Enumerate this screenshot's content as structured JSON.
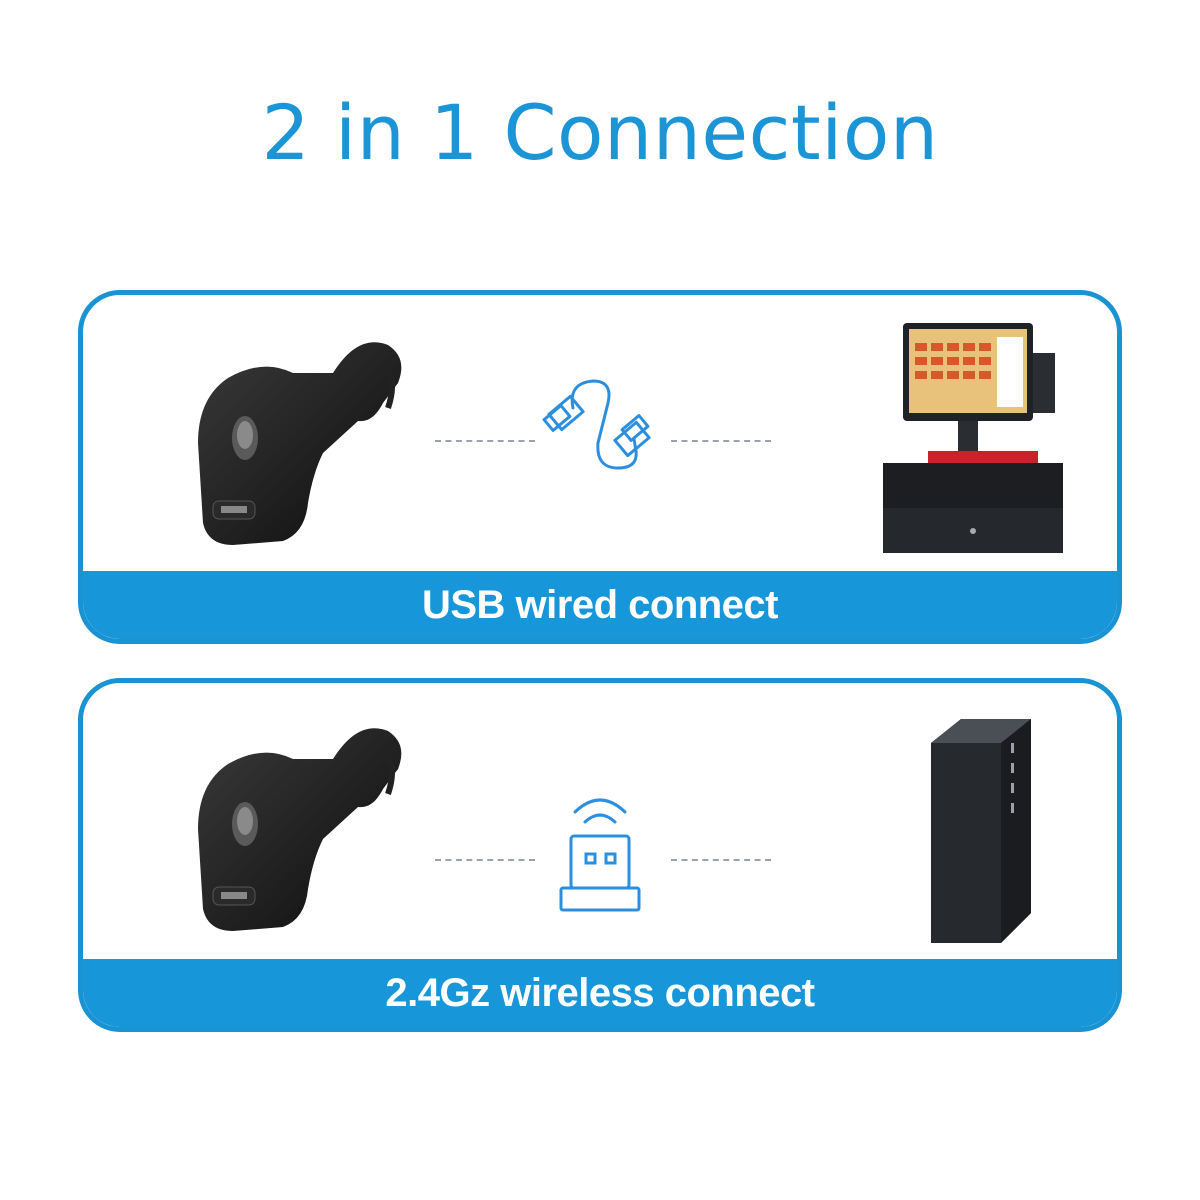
{
  "title": "2 in 1 Connection",
  "cards": [
    {
      "label": "USB wired connect",
      "connector_icon": "usb-cable-icon",
      "target_icon": "pos-terminal-icon"
    },
    {
      "label": "2.4Gz wireless connect",
      "connector_icon": "wireless-dongle-icon",
      "target_icon": "desktop-tower-icon"
    }
  ],
  "colors": {
    "accent": "#1797d9",
    "title": "#1b95d6",
    "icon_line": "#2b8fe0"
  }
}
